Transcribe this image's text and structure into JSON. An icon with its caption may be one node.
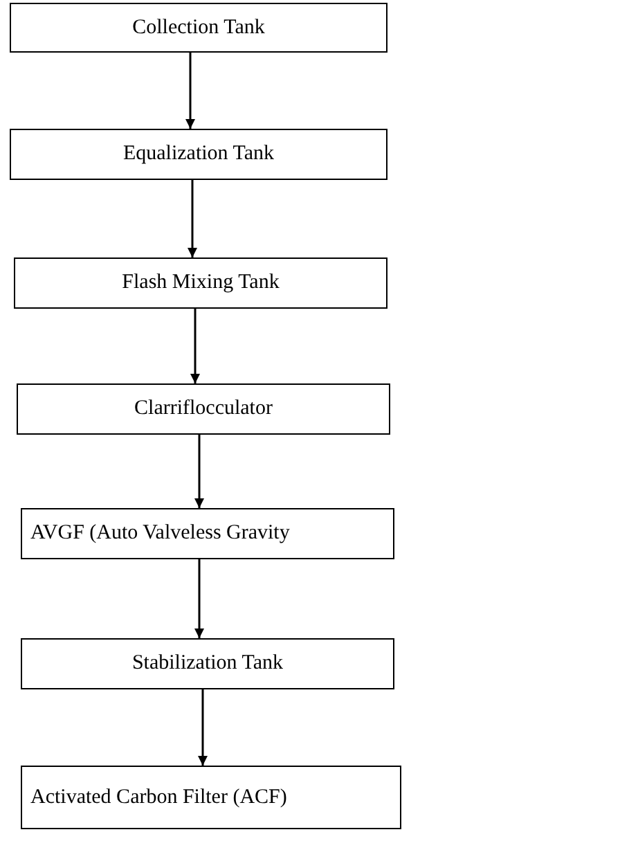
{
  "diagram": {
    "nodes": [
      {
        "text": [
          "Collection Tank"
        ]
      },
      {
        "text": [
          "Equalization Tank"
        ]
      },
      {
        "text": [
          "Flash Mixing Tank"
        ]
      },
      {
        "text": [
          "Clarriflocculator"
        ]
      },
      {
        "text": [
          "AVGF (Auto Valveless Gravity"
        ]
      },
      {
        "text": [
          "Stabilization Tank"
        ]
      },
      {
        "text": [
          "Activated Carbon Filter (ACF)"
        ]
      }
    ],
    "edges": [
      {
        "from": 0,
        "to": 1,
        "arrow": "to"
      },
      {
        "from": 1,
        "to": 2,
        "arrow": "to"
      },
      {
        "from": 2,
        "to": 3,
        "arrow": "to"
      },
      {
        "from": 3,
        "to": 4,
        "arrow": "to"
      },
      {
        "from": 4,
        "to": 5,
        "arrow": "to"
      },
      {
        "from": 5,
        "to": 6,
        "arrow": "to"
      }
    ]
  }
}
